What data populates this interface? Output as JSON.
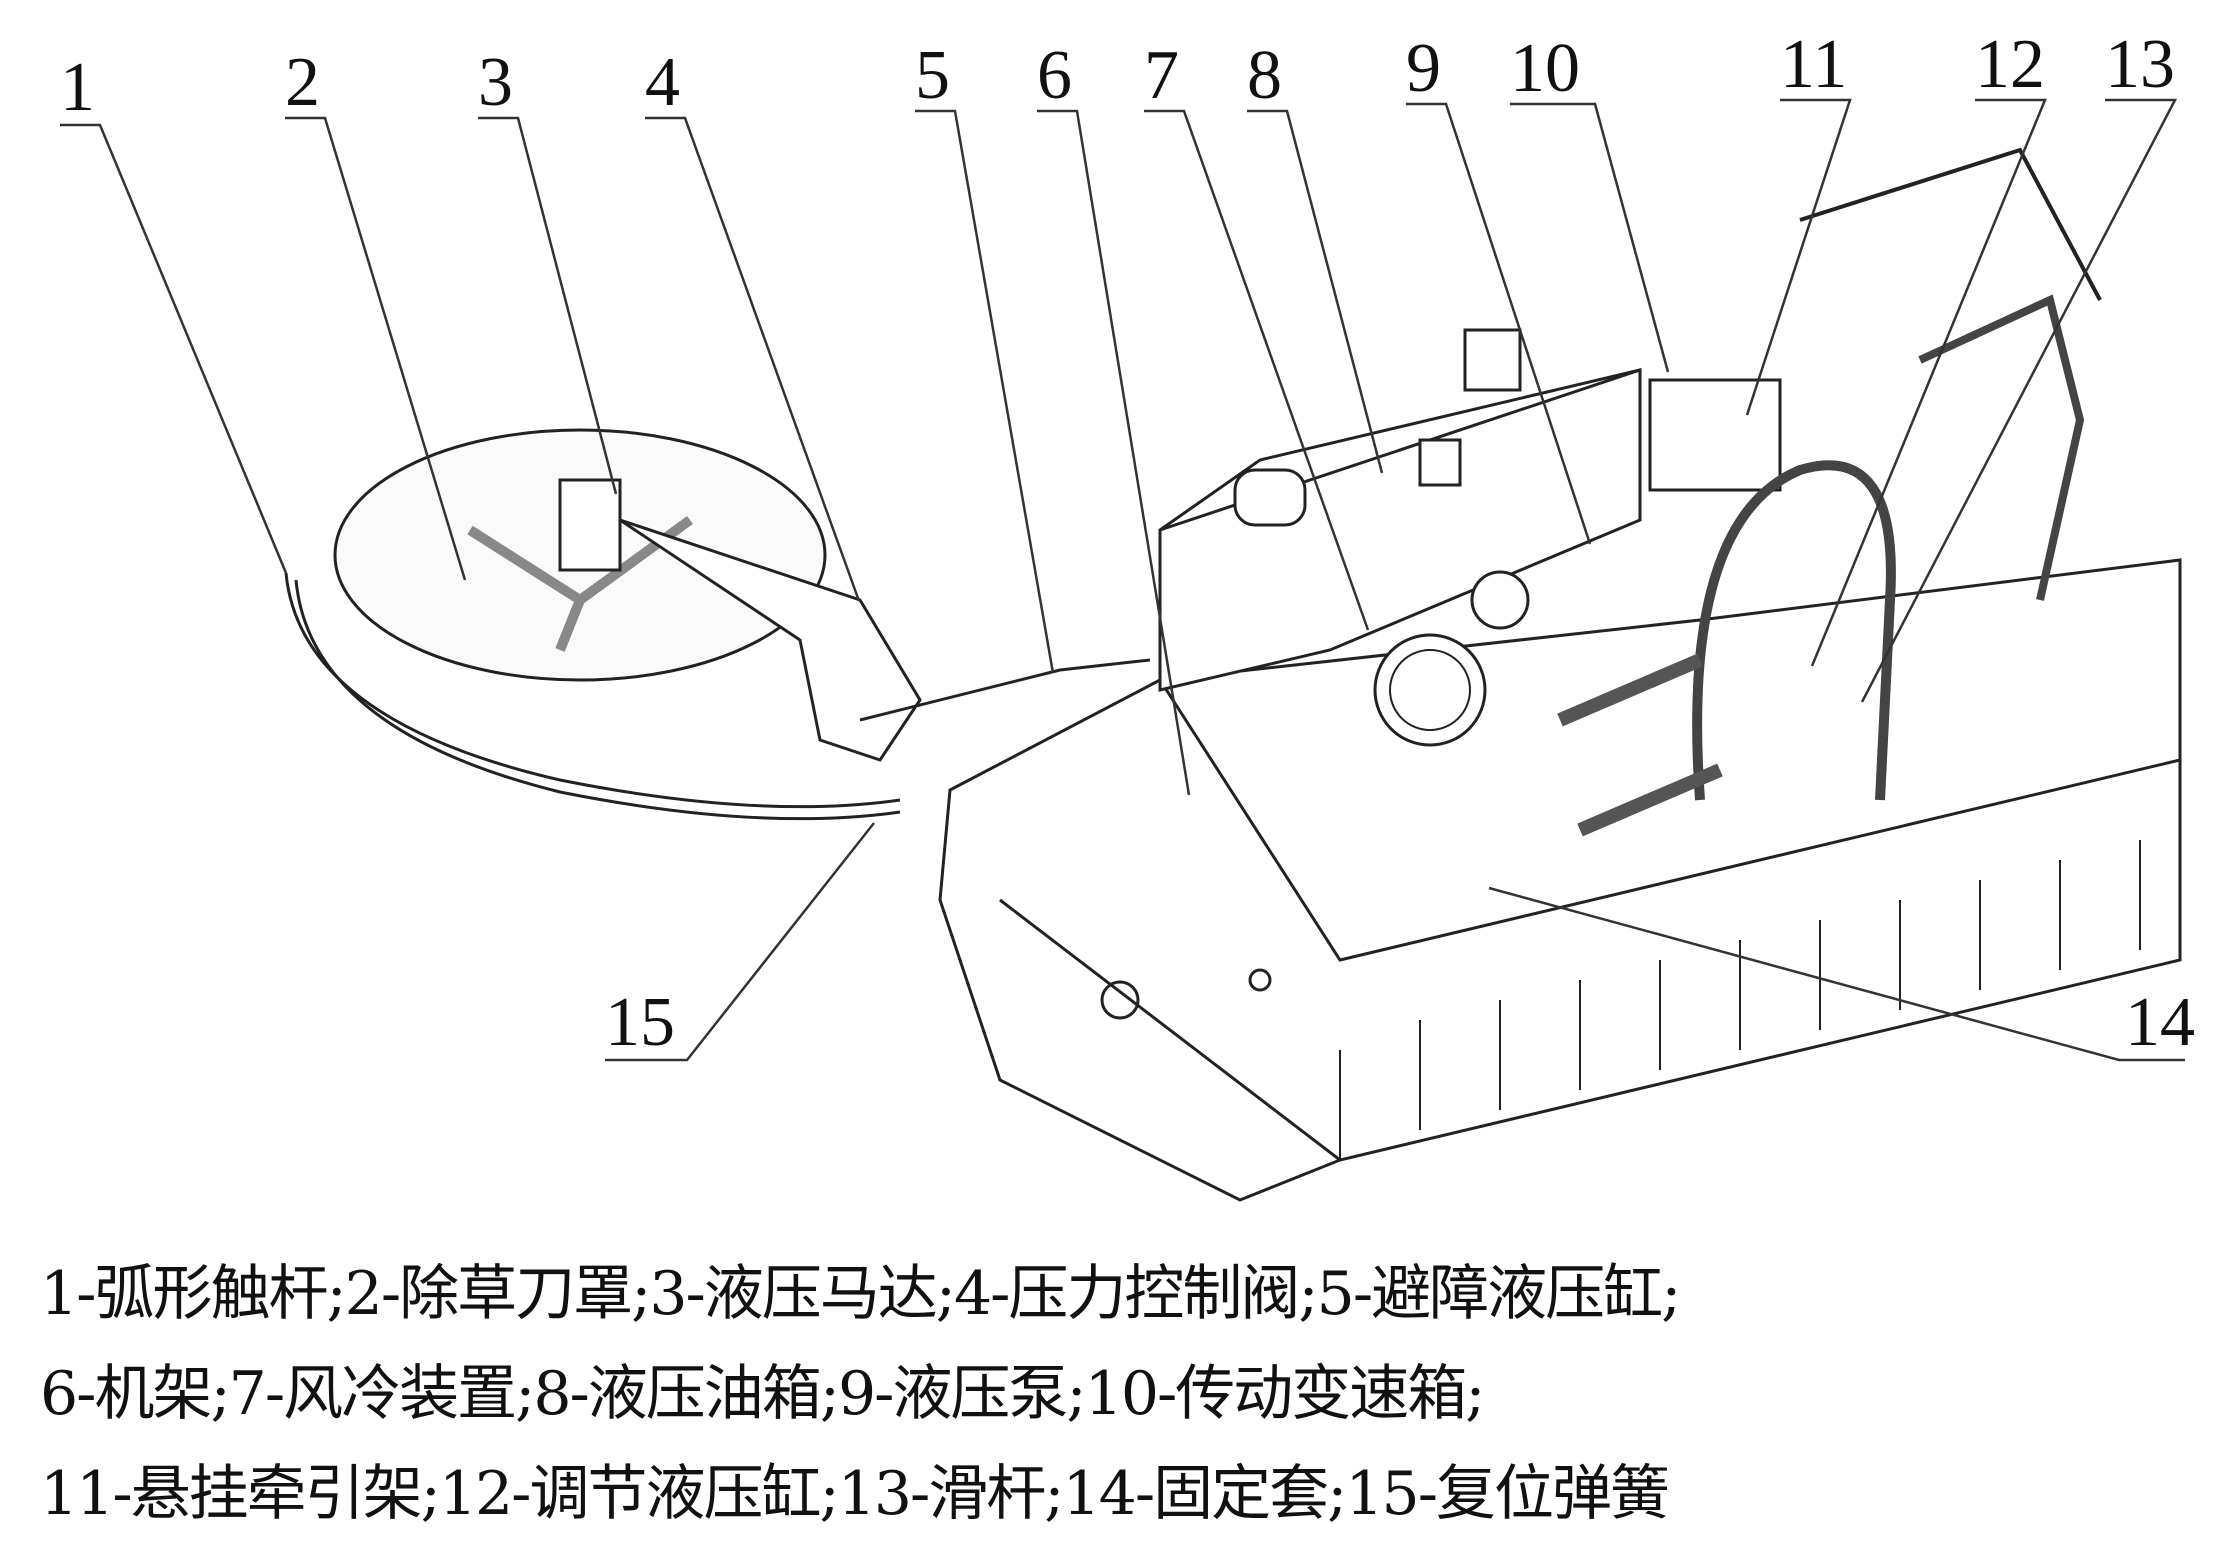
{
  "diagram": {
    "callouts": [
      "1",
      "2",
      "3",
      "4",
      "5",
      "6",
      "7",
      "8",
      "9",
      "10",
      "11",
      "12",
      "13",
      "14",
      "15"
    ]
  },
  "caption": {
    "lines": [
      "1-弧形触杆;2-除草刀罩;3-液压马达;4-压力控制阀;5-避障液压缸;",
      "6-机架;7-风冷装置;8-液压油箱;9-液压泵;10-传动变速箱;",
      "11-悬挂牵引架;12-调节液压缸;13-滑杆;14-固定套;15-复位弹簧"
    ]
  }
}
